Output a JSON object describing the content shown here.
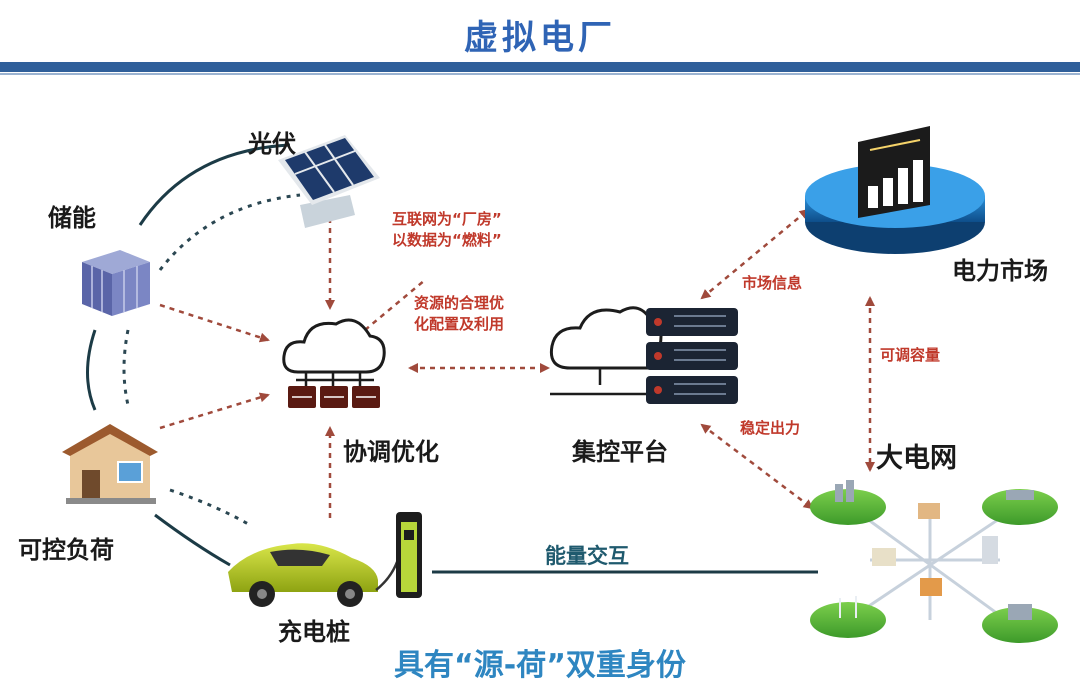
{
  "title": "虚拟电厂",
  "nodes": {
    "solar": "光伏",
    "storage": "储能",
    "load": "可控负荷",
    "charger": "充电桩",
    "coordination": "协调优化",
    "platform": "集控平台",
    "market": "电力市场",
    "grid": "大电网"
  },
  "annotations": {
    "internet_line1": "互联网为“厂房”",
    "internet_line2": "以数据为“燃料”",
    "resource_line1": "资源的合理优",
    "resource_line2": "化配置及利用",
    "market_info": "市场信息",
    "adjustable_capacity": "可调容量",
    "stable_output": "稳定出力",
    "energy_exchange": "能量交互"
  },
  "footer": "具有“源-荷”双重身份",
  "colors": {
    "title": "#2f64b5",
    "bar": "#2f5f9a",
    "arrow": "#a04a3c",
    "annotation": "#c0392b",
    "footer": "#2e86c1"
  }
}
